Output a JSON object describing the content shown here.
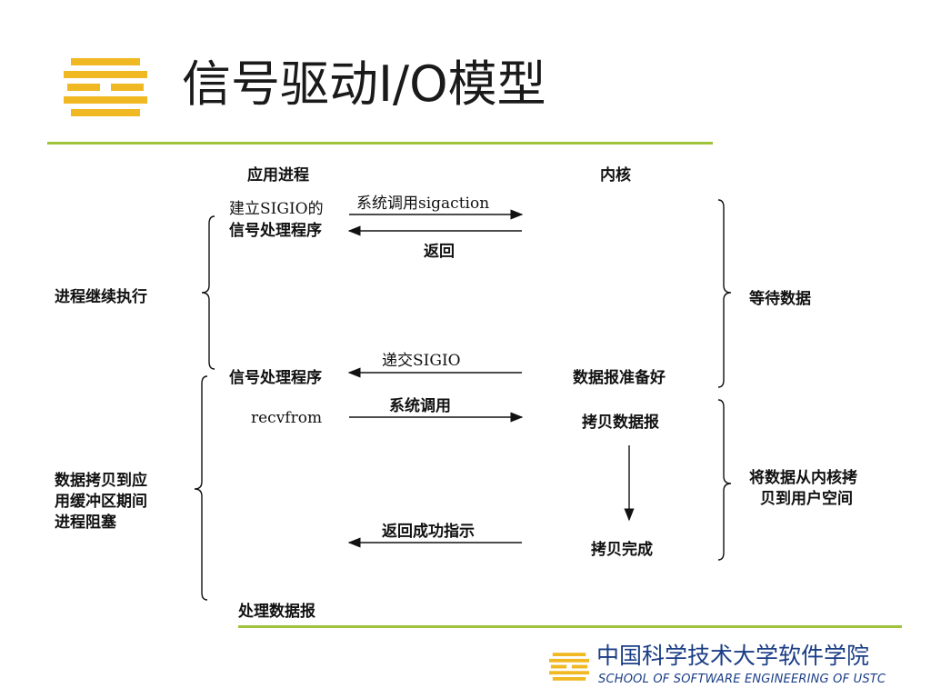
{
  "slide": {
    "title": "信号驱动I/O模型",
    "accent_color": "#9fc33a",
    "logo_color": "#f0b823",
    "footer": {
      "cn": "中国科学技术大学软件学院",
      "en": "SCHOOL OF SOFTWARE ENGINEERING OF USTC"
    }
  },
  "diagram": {
    "headers": {
      "app": "应用进程",
      "kernel": "内核"
    },
    "left_notes": {
      "continue": "进程继续执行",
      "blocked": [
        "数据拷贝到应",
        "用缓冲区期间",
        "进程阻塞"
      ]
    },
    "right_notes": {
      "wait": "等待数据",
      "copy": [
        "将数据从内核拷",
        "贝到用户空间"
      ]
    },
    "app_side": {
      "install_handler": [
        "建立SIGIO的",
        "信号处理程序"
      ],
      "signal_handler": "信号处理程序",
      "recvfrom": "recvfrom",
      "process": "处理数据报"
    },
    "kernel_side": {
      "ready": "数据报准备好",
      "copying": "拷贝数据报",
      "done": "拷贝完成"
    },
    "arrows": {
      "sigaction": "系统调用sigaction",
      "return": "返回",
      "deliver": "递交SIGIO",
      "syscall": "系统调用",
      "success": "返回成功指示"
    }
  }
}
